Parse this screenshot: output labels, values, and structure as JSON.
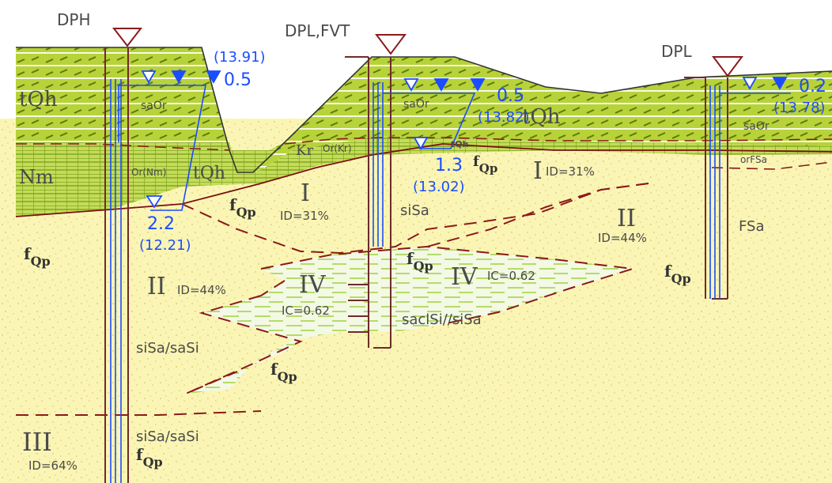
{
  "boreholes": [
    {
      "code": "DPH",
      "wl_stable": "0.5",
      "wl_elev": "(13.91)",
      "wl_initial": "2.2",
      "wl_initial_elev": "(12.21)"
    },
    {
      "code": "DPL,FVT",
      "wl_stable": "0.5",
      "wl_elev": "(13.82)",
      "wl_initial": "1.3",
      "wl_initial_elev": "(13.02)"
    },
    {
      "code": "DPL",
      "wl_stable": "0.2",
      "wl_elev": "(13.78)"
    }
  ],
  "units": {
    "tQh": "tQh",
    "Nm": "Nm",
    "Kr": "Kr",
    "fQp_main": "f",
    "fQp_sub": "Qp",
    "I": "I",
    "II": "II",
    "III": "III",
    "IV": "IV"
  },
  "soils": {
    "saOr": "saOr",
    "OrNm": "Or(Nm)",
    "OrKr": "Or(Kr)",
    "siSa": "siSa",
    "siSa_saSi": "siSa/saSi",
    "saclSi_siSa": "saclSi//siSa",
    "FSa": "FSa",
    "orFSa": "orFSa",
    "tQh_small": "tQh"
  },
  "indices": {
    "ID31": "ID=31%",
    "ID44": "ID=44%",
    "ID64": "ID=64%",
    "IC062": "IC=0.62"
  },
  "colors": {
    "tQh_fill": "#b8d23a",
    "tQh_hatch": "#6b8a10",
    "Nm_fill": "#a9cc3a",
    "sand_fill": "#fbf5b5",
    "clay_fill": "#eef7dc",
    "clay_hatch": "#9ccf3a",
    "boundary": "#8b1a1a",
    "water": "#1a4dff",
    "borehole": "#6e2b2b"
  }
}
